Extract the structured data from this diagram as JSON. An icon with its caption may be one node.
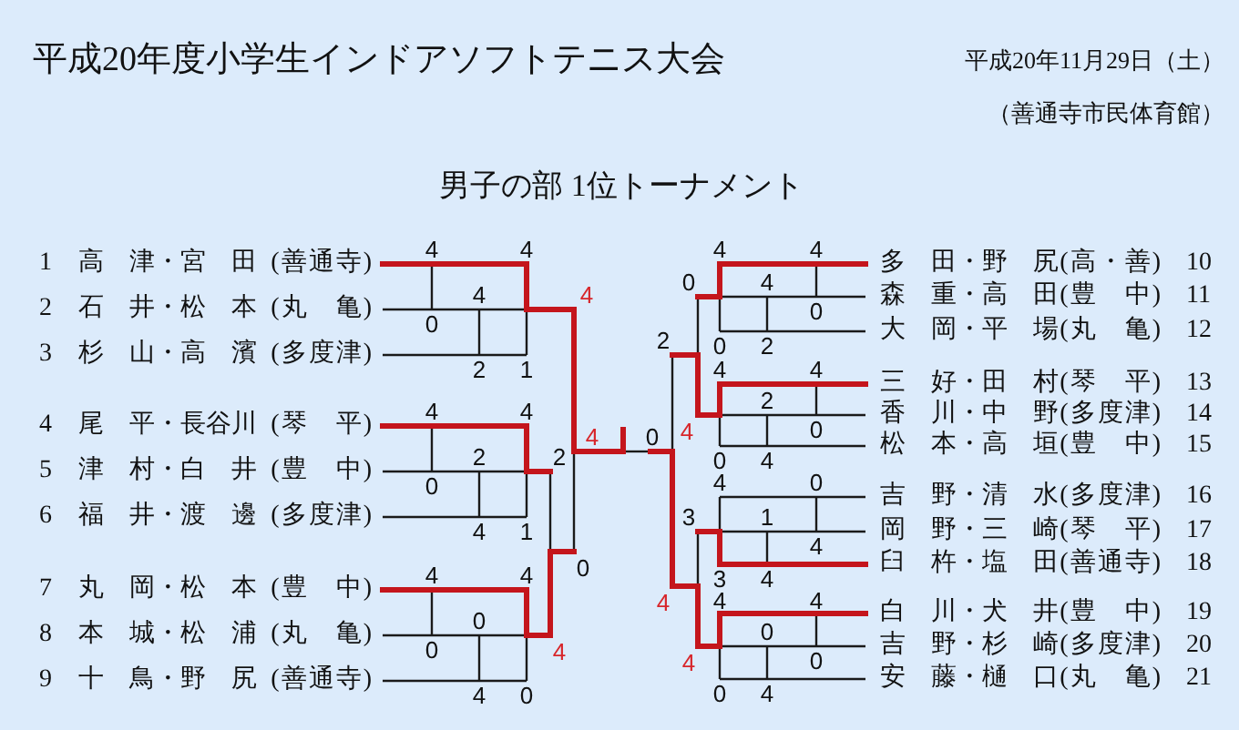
{
  "diagram": {
    "title": "平成20年度小学生インドアソフトテニス大会",
    "labels": [
      "平成20年11月29日（土）",
      "（善通寺市民体育館）",
      "男子の部 1位トーナメント",
      "1",
      "高　津・宮　田",
      "(善通寺)",
      "2",
      "石　井・松　本",
      "(丸　亀)",
      "3",
      "杉　山・高　濱",
      "(多度津)",
      "4",
      "尾　平・長谷川",
      "(琴　平)",
      "5",
      "津　村・白　井",
      "(豊　中)",
      "6",
      "福　井・渡　邊",
      "(多度津)",
      "7",
      "丸　岡・松　本",
      "(豊　中)",
      "8",
      "本　城・松　浦",
      "(丸　亀)",
      "9",
      "十　鳥・野　尻",
      "(善通寺)",
      "4",
      "4",
      "4",
      "0",
      "2",
      "1",
      "4",
      "4",
      "2",
      "0",
      "4",
      "1",
      "4",
      "4",
      "0",
      "0",
      "4",
      "0",
      "4",
      "2",
      "0",
      "4",
      "4",
      "0",
      "0",
      "2",
      "4",
      "3",
      "4",
      "4",
      "4",
      "4",
      "4",
      "0",
      "0",
      "2",
      "4",
      "4",
      "2",
      "0",
      "0",
      "4",
      "4",
      "0",
      "1",
      "4",
      "3",
      "4",
      "4",
      "4",
      "0",
      "0",
      "0",
      "4",
      "多　田・野　尻",
      "(高・善)",
      "10",
      "森　重・高　田",
      "(豊　中)",
      "11",
      "大　岡・平　場",
      "(丸　亀)",
      "12",
      "三　好・田　村",
      "(琴　平)",
      "13",
      "香　川・中　野",
      "(多度津)",
      "14",
      "松　本・高　垣",
      "(豊　中)",
      "15",
      "吉　野・清　水",
      "(多度津)",
      "16",
      "岡　野・三　崎",
      "(琴　平)",
      "17",
      "臼　杵・塩　田",
      "(善通寺)",
      "18",
      "白　川・犬　井",
      "(豊　中)",
      "19",
      "吉　野・杉　崎",
      "(多度津)",
      "20",
      "安　藤・樋　口",
      "(丸　亀)",
      "21"
    ]
  }
}
